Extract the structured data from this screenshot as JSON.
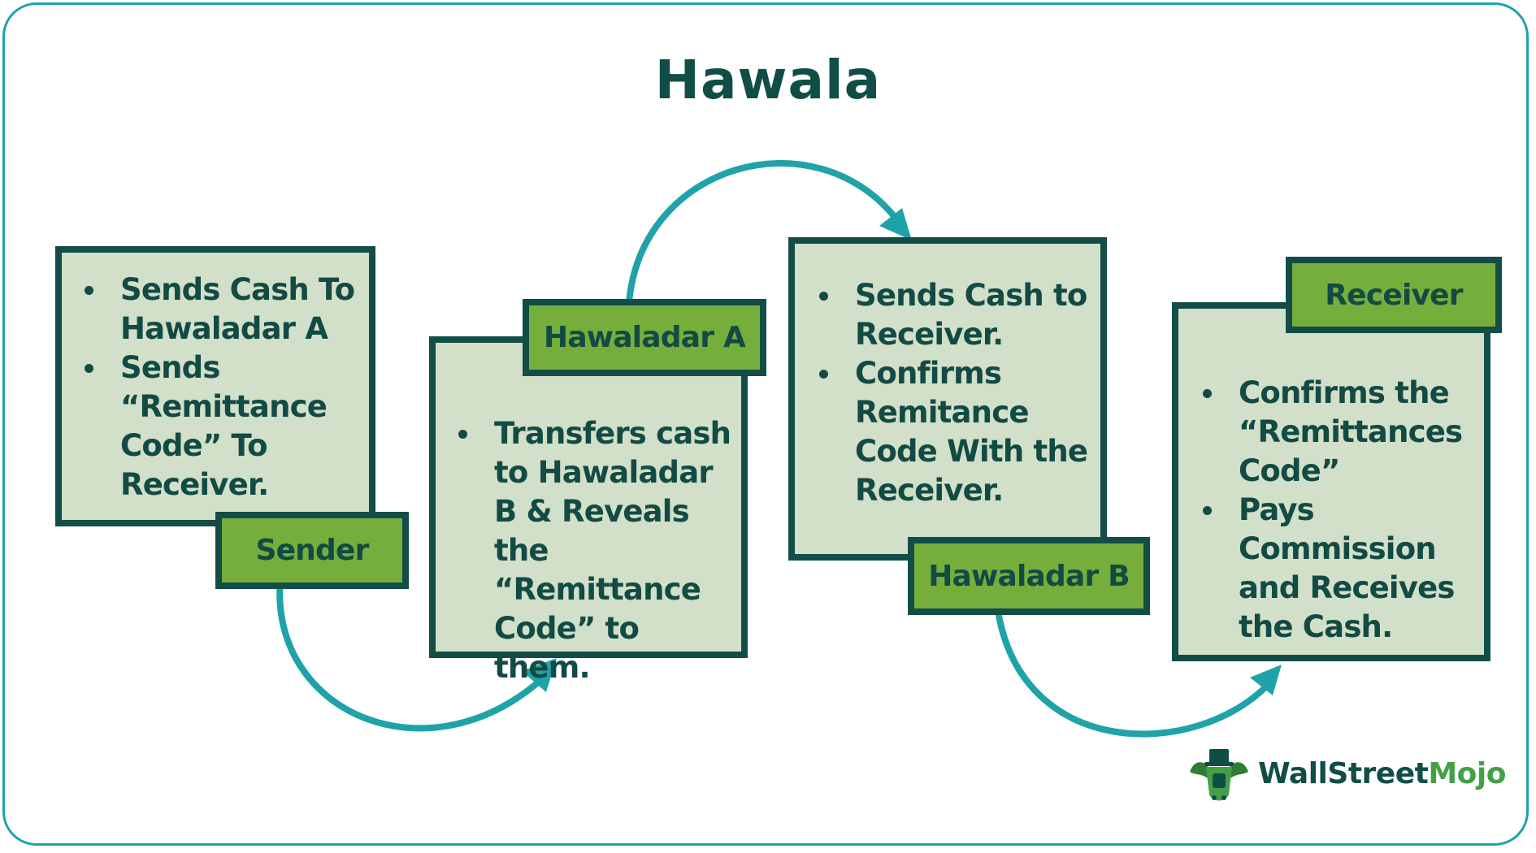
{
  "title": "Hawala",
  "steps": [
    {
      "label": "Sender",
      "bullets": [
        "Sends Cash To Hawaladar A",
        "Sends “Remittance Code” To Receiver."
      ]
    },
    {
      "label": "Hawaladar A",
      "bullets": [
        "Transfers cash to Hawaladar B & Reveals the “Remittance Code” to them."
      ]
    },
    {
      "label": "Hawaladar B",
      "bullets": [
        "Sends Cash to Receiver.",
        "Confirms Remitance Code With the Receiver."
      ]
    },
    {
      "label": "Receiver",
      "bullets": [
        "Confirms the “Remittances Code”",
        "Pays Commission and Receives the  Cash."
      ]
    }
  ],
  "logo": {
    "part1": "WallStreet",
    "part2": "Mojo"
  },
  "colors": {
    "box_fill": "#d2dfc9",
    "label_fill": "#76ae3c",
    "border": "#134d47",
    "arrow": "#1fa3a8",
    "text": "#124a44"
  }
}
